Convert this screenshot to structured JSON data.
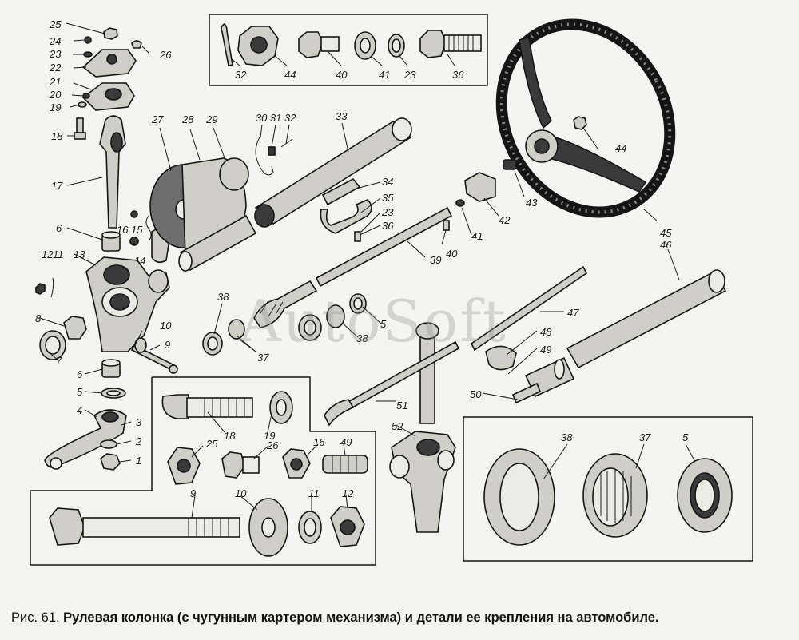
{
  "figure": {
    "caption_number": "Рис. 61.",
    "caption_text": "Рулевая колонка (с чугунным картером механизма) и детали ее крепления на автомобиле.",
    "watermark": "AutoSoft"
  },
  "labels": {
    "n1": "1",
    "n2": "2",
    "n3": "3",
    "n4": "4",
    "n5a": "5",
    "n5b": "5",
    "n5c": "5",
    "n6a": "6",
    "n6b": "6",
    "n7": "7",
    "n8": "8",
    "n9a": "9",
    "n9b": "9",
    "n10a": "10",
    "n10b": "10",
    "n11a": "11",
    "n11b": "11",
    "n12a": "12",
    "n12b": "12",
    "n13": "13",
    "n14": "14",
    "n15": "15",
    "n16a": "16",
    "n16b": "16",
    "n17": "17",
    "n18a": "18",
    "n18b": "18",
    "n19a": "19",
    "n19b": "19",
    "n20": "20",
    "n21": "21",
    "n22": "22",
    "n23a": "23",
    "n23b": "23",
    "n23c": "23",
    "n24": "24",
    "n25a": "25",
    "n25b": "25",
    "n26a": "26",
    "n26b": "26",
    "n27": "27",
    "n28": "28",
    "n29": "29",
    "n30": "30",
    "n31": "31",
    "n32a": "32",
    "n32b": "32",
    "n33": "33",
    "n34": "34",
    "n35": "35",
    "n36a": "36",
    "n36b": "36",
    "n37a": "37",
    "n37b": "37",
    "n38a": "38",
    "n38b": "38",
    "n38c": "38",
    "n39": "39",
    "n40a": "40",
    "n40b": "40",
    "n41a": "41",
    "n41b": "41",
    "n42": "42",
    "n43": "43",
    "n44a": "44",
    "n44b": "44",
    "n45": "45",
    "n46": "46",
    "n47": "47",
    "n48": "48",
    "n49a": "49",
    "n49b": "49",
    "n50": "50",
    "n51": "51",
    "n52": "52"
  }
}
